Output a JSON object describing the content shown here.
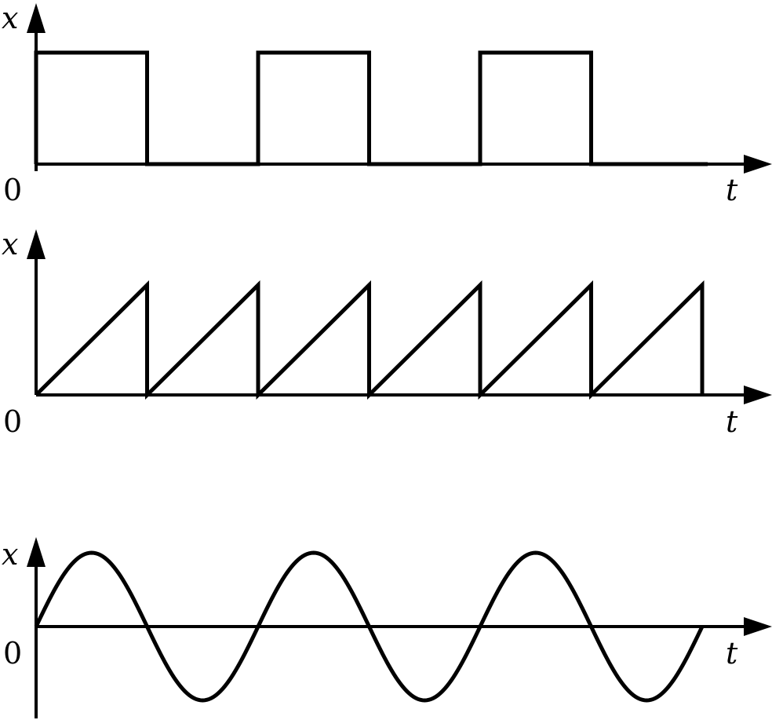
{
  "chart_data": [
    {
      "type": "line",
      "waveform": "square",
      "ylabel": "x",
      "xlabel": "t",
      "origin_label": "0",
      "period": 2,
      "amplitude": 1,
      "xlim": [
        0,
        6.55
      ],
      "ylim": [
        0,
        1.35
      ],
      "x": [
        0,
        0,
        1,
        1,
        2,
        2,
        3,
        3,
        4,
        4,
        5,
        5,
        6.05
      ],
      "y": [
        0,
        1,
        1,
        0,
        0,
        1,
        1,
        0,
        0,
        1,
        1,
        0,
        0
      ],
      "color": "#000000"
    },
    {
      "type": "line",
      "waveform": "sawtooth",
      "ylabel": "x",
      "xlabel": "t",
      "origin_label": "0",
      "period": 1,
      "amplitude": 1,
      "xlim": [
        0,
        6.55
      ],
      "ylim": [
        0,
        1.35
      ],
      "x": [
        0,
        1,
        1,
        2,
        2,
        3,
        3,
        4,
        4,
        5,
        5,
        6,
        6
      ],
      "y": [
        0,
        1,
        0,
        1,
        0,
        1,
        0,
        1,
        0,
        1,
        0,
        1,
        0
      ],
      "color": "#000000"
    },
    {
      "type": "line",
      "waveform": "sine",
      "ylabel": "x",
      "xlabel": "t",
      "origin_label": "0",
      "period": 2,
      "amplitude": 1,
      "xlim": [
        0,
        6.55
      ],
      "ylim": [
        -1.25,
        1.1
      ],
      "x_range": [
        0,
        6
      ],
      "color": "#000000"
    }
  ]
}
